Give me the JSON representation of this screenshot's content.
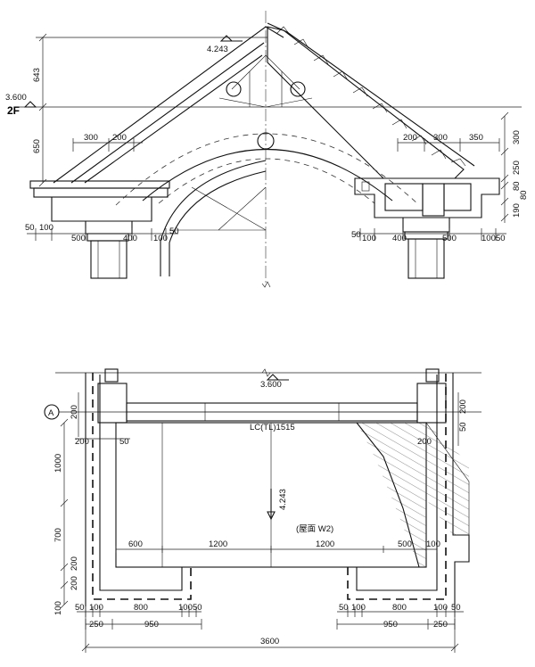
{
  "elevation": {
    "ridge_elevation": "4.243",
    "floor_elevation": "3.600",
    "floor_label": "2F",
    "left_vertical_dims": [
      "643",
      "650"
    ],
    "left_top_dims": [
      "300",
      "200"
    ],
    "right_top_dims": [
      "200",
      "300",
      "350"
    ],
    "right_vertical_dims": [
      "300",
      "250",
      "80",
      "190",
      "80"
    ],
    "left_bottom_dims": [
      "50",
      "100",
      "500",
      "400",
      "100",
      "50"
    ],
    "right_bottom_dims": [
      "50",
      "100",
      "400",
      "500",
      "100",
      "50"
    ]
  },
  "plan": {
    "grid_axis": "A",
    "elevation": "3.600",
    "beam_label": "LC(TL)1515",
    "slope_label": "4.243",
    "roof_label": "(屋面 W2)",
    "left_vertical_dims": [
      "1000",
      "700"
    ],
    "left_small_dims": [
      "200",
      "200",
      "100",
      "200"
    ],
    "right_small_dims": [
      "200",
      "50",
      "200"
    ],
    "left_horizontal_dims": [
      "200",
      "50"
    ],
    "inner_dims": [
      "600",
      "1200",
      "1200",
      "500",
      "100"
    ],
    "bottom_left_dims": [
      "50",
      "100",
      "800",
      "100",
      "50"
    ],
    "bottom_left_sub": [
      "250",
      "950"
    ],
    "bottom_right_dims": [
      "50",
      "100",
      "800",
      "100",
      "50"
    ],
    "bottom_right_sub": [
      "950",
      "250"
    ],
    "total_width": "3600"
  }
}
